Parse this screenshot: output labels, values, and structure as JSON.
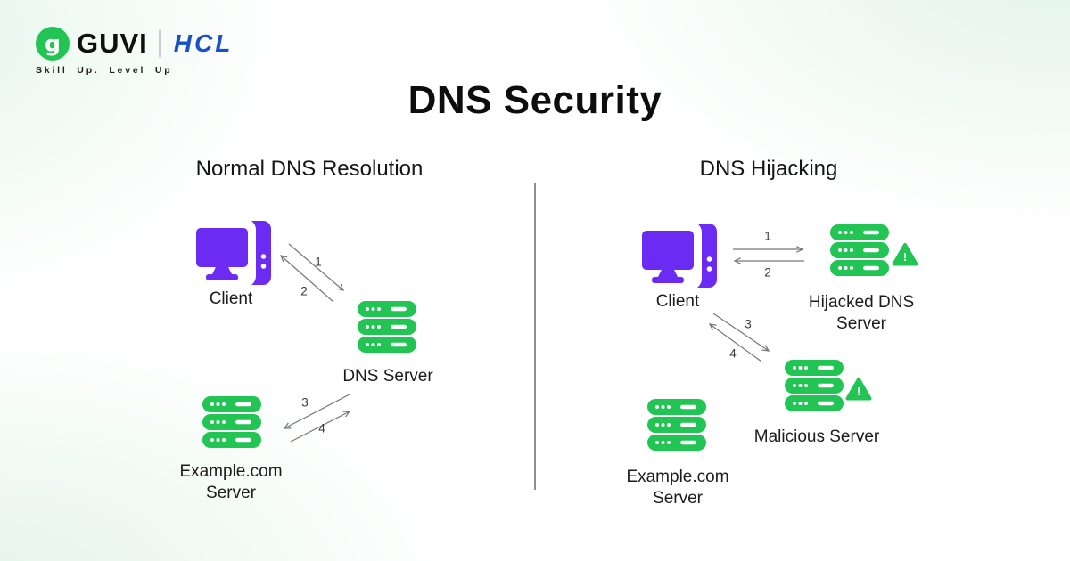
{
  "brand": {
    "guvi_label": "GUVI",
    "hcl_label": "HCL",
    "tagline": "Skill Up. Level Up",
    "guvi_green": "#22c554",
    "hcl_blue": "#1750c9"
  },
  "title": "DNS Security",
  "icons": {
    "guvi_logo_glyph": "g",
    "warning_glyph": "!"
  },
  "panels": {
    "left": {
      "heading": "Normal DNS Resolution",
      "client_label": "Client",
      "dns_server_label": "DNS Server",
      "example_server_label": "Example.com Server",
      "steps": [
        "1",
        "2",
        "3",
        "4"
      ]
    },
    "right": {
      "heading": "DNS Hijacking",
      "client_label": "Client",
      "hijacked_server_label": "Hijacked DNS Server",
      "malicious_server_label": "Malicious Server",
      "example_server_label": "Example.com Server",
      "steps": [
        "1",
        "2",
        "3",
        "4"
      ]
    }
  },
  "colors": {
    "node_purple": "#6c2bf2",
    "node_green": "#22c554",
    "arrow_gray": "#777777",
    "divider_gray": "#8f8f8f",
    "background_tint": "#e4f5ea"
  }
}
